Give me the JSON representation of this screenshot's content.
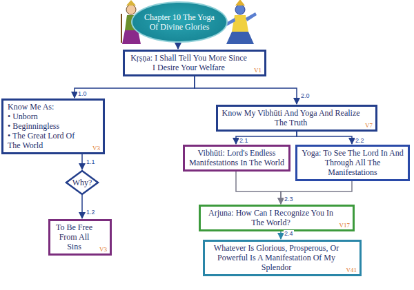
{
  "diagram": {
    "nodes": [
      {
        "text": [
          "Chapter 10 The Yoga Of Divine Glories"
        ]
      },
      {
        "text": [
          "Kṛṣṇa: I Shall Tell You More Since I Desire Your Welfare",
          "V1"
        ]
      },
      {
        "text": [
          "Know Me As:",
          "• Unborn",
          "• Beginningless",
          "• The Great Lord Of The World",
          "V3"
        ]
      },
      {
        "text": [
          "Why?"
        ]
      },
      {
        "text": [
          "To Be Free From All Sins",
          "V3"
        ]
      },
      {
        "text": [
          "Know My Vibhūti And Yoga And Realize The Truth",
          "V7"
        ]
      },
      {
        "text": [
          "Vibhūti: Lord's Endless Manifestations In The World"
        ]
      },
      {
        "text": [
          "Yoga: To See The Lord In And Through All The Manifestations"
        ]
      },
      {
        "text": [
          "Arjuna: How Can I Recognize You In The World?",
          "V17"
        ]
      },
      {
        "text": [
          "Whatever Is Glorious, Prosperous, Or Powerful Is A Manifestation Of My Splendor",
          "V41"
        ]
      }
    ],
    "edges": [
      {
        "from": 0,
        "to": 1,
        "arrow": "to"
      },
      {
        "from": 1,
        "to": 2,
        "arrow": "to"
      },
      {
        "from": 1,
        "to": 5,
        "arrow": "to"
      },
      {
        "from": 2,
        "to": 3,
        "arrow": "to"
      },
      {
        "from": 3,
        "to": 4,
        "arrow": "to"
      },
      {
        "from": 5,
        "to": 6,
        "arrow": "to"
      },
      {
        "from": 5,
        "to": 7,
        "arrow": "to"
      },
      {
        "from": 6,
        "to": 8,
        "arrow": "to"
      },
      {
        "from": 7,
        "to": 8,
        "arrow": "to"
      },
      {
        "from": 8,
        "to": 9,
        "arrow": "to"
      }
    ],
    "labels": [
      "1.0",
      "2.0",
      "1.1",
      "1.2",
      "2.1",
      "2.2",
      "2.3",
      "2.4"
    ]
  }
}
